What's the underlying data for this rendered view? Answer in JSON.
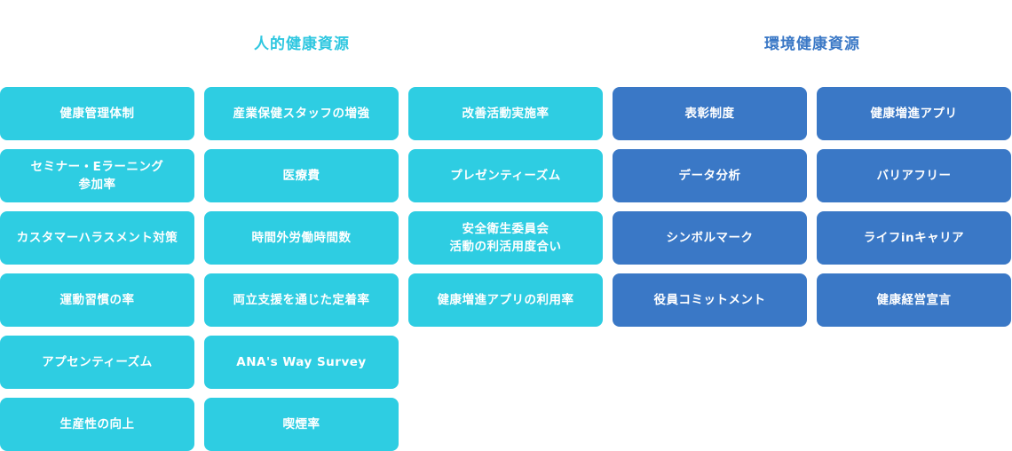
{
  "human_resources": {
    "title": "人的健康資源",
    "color": "#2ecde2",
    "items": [
      "健康管理体制",
      "セミナー・Eラーニング\n参加率",
      "カスタマーハラスメント対策",
      "運動習慣の率",
      "アプセンティーズム",
      "生産性の向上",
      "産業保健スタッフの増強",
      "医療費",
      "時間外労働時間数",
      "両立支援を通じた定着率",
      "ANA's Way Survey",
      "喫煙率",
      "改善活動実施率",
      "プレゼンティーズム",
      "安全衛生委員会\n活動の利活用度合い",
      "健康増進アプリの利用率"
    ]
  },
  "environmental_resources": {
    "title": "環境健康資源",
    "color": "#3a78c6",
    "items": [
      "表彰制度",
      "データ分析",
      "シンボルマーク",
      "役員コミットメント",
      "健康増進アプリ",
      "バリアフリー",
      "ライフinキャリア",
      "健康経営宣言"
    ]
  }
}
